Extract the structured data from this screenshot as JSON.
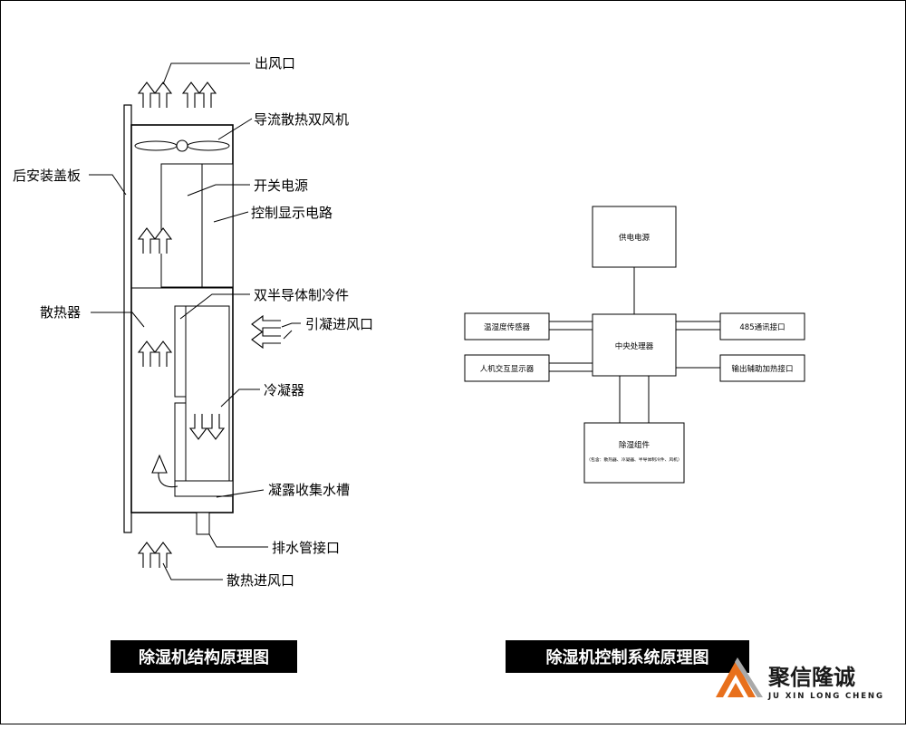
{
  "structure": {
    "labels": {
      "outlet": "出风口",
      "fans": "导流散热双风机",
      "back_cover": "后安装盖板",
      "psu": "开关电源",
      "control_board": "控制显示电路",
      "peltier": "双半导体制冷件",
      "condensing_inlet": "引凝进风口",
      "heatsink": "散热器",
      "condenser": "冷凝器",
      "water_tank": "凝露收集水槽",
      "drain": "排水管接口",
      "cooling_inlet": "散热进风口"
    },
    "caption": "除湿机结构原理图"
  },
  "control": {
    "power": "供电电源",
    "cpu": "中央处理器",
    "sensor": "温湿度传感器",
    "hmi": "人机交互显示器",
    "rs485": "485通讯接口",
    "aux_heat": "输出辅助加热接口",
    "module": "除湿组件",
    "module_note": "（包含：散热器、冷凝器、半导体制冷件、风机）",
    "caption": "除湿机控制系统原理图"
  },
  "brand": {
    "name_cn": "聚信隆诚",
    "name_en": "JU XIN LONG CHENG",
    "logo_colors": [
      "#e8701c",
      "#a9a9a9"
    ]
  }
}
